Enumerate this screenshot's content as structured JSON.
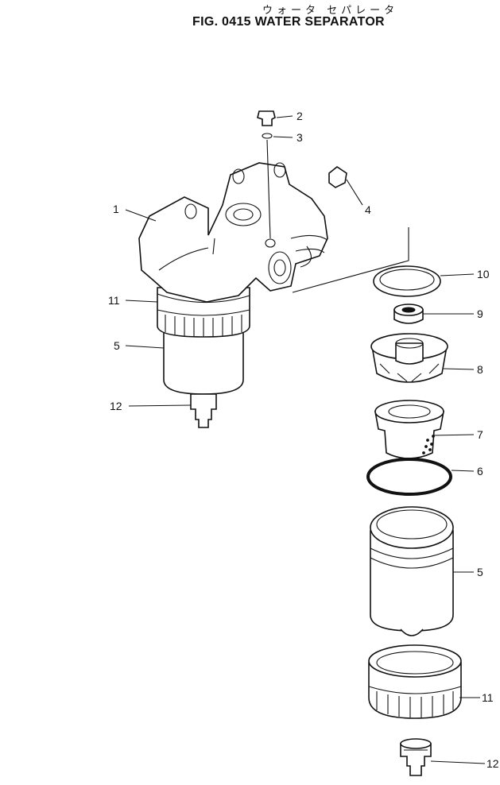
{
  "figure": {
    "title_jp": "ウォータ セパレータ",
    "title_en": "FIG. 0415  WATER SEPARATOR"
  },
  "callouts": [
    {
      "id": "c1",
      "label": "1"
    },
    {
      "id": "c2",
      "label": "2"
    },
    {
      "id": "c3",
      "label": "3"
    },
    {
      "id": "c4",
      "label": "4"
    },
    {
      "id": "c11a",
      "label": "11"
    },
    {
      "id": "c5a",
      "label": "5"
    },
    {
      "id": "c12a",
      "label": "12"
    },
    {
      "id": "c10",
      "label": "10"
    },
    {
      "id": "c9",
      "label": "9"
    },
    {
      "id": "c8",
      "label": "8"
    },
    {
      "id": "c7",
      "label": "7"
    },
    {
      "id": "c6",
      "label": "6"
    },
    {
      "id": "c5b",
      "label": "5"
    },
    {
      "id": "c11b",
      "label": "11"
    },
    {
      "id": "c12b",
      "label": "12"
    }
  ]
}
